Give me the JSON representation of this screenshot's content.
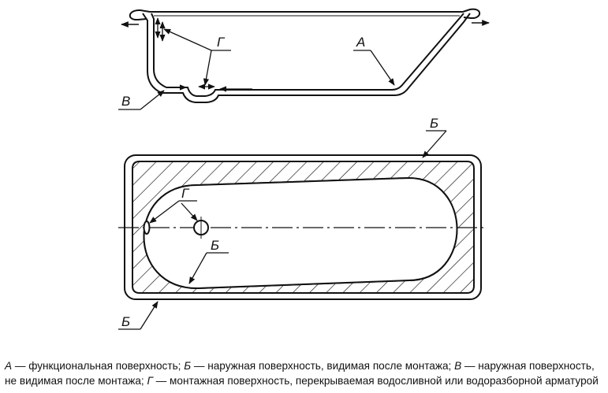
{
  "figure": {
    "labels": {
      "a": "А",
      "b_top": "Б",
      "b_inner": "Б",
      "b_bottom": "Б",
      "v": "В",
      "g_side": "Г",
      "g_plan": "Г"
    }
  },
  "caption": {
    "line1": {
      "a_letter": "А",
      "a_text": " — функциональная поверхность; ",
      "b_letter": "Б",
      "b_text": " — наружная поверхность, видимая после монтажа; ",
      "v_letter": "В",
      "v_text": " — наружная поверхность,"
    },
    "line2": {
      "v_cont": "не видимая после монтажа; ",
      "g_letter": "Г",
      "g_text": " — монтажная поверхность, перекрываемая водосливной или водоразборной арматурой"
    }
  }
}
